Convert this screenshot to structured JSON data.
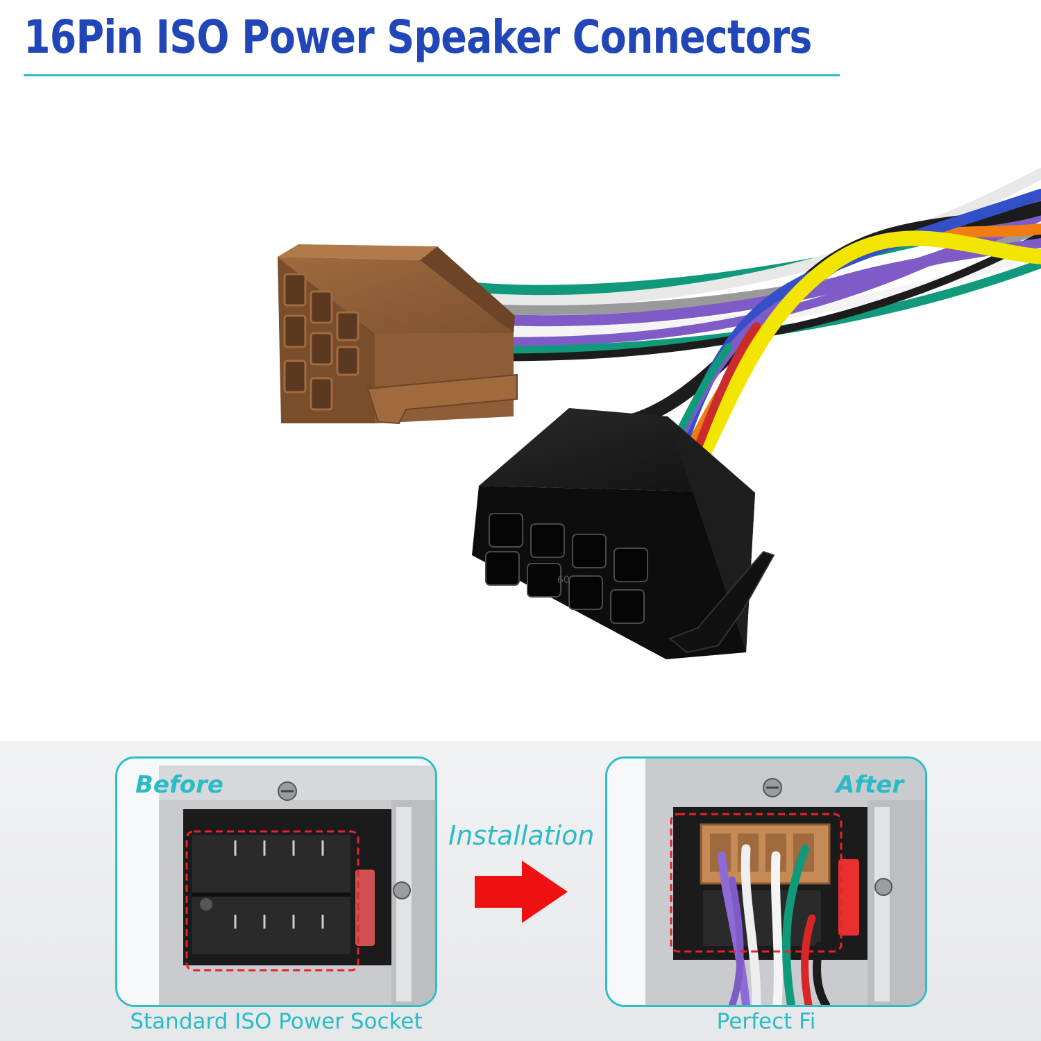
{
  "header": {
    "title": "16Pin ISO Power Speaker Connectors"
  },
  "hero": {
    "connector_a_color": "#8a5a32",
    "connector_b_color": "#1a1a1a",
    "connector_b_marking": "60",
    "wire_colors": [
      "#f2e600",
      "#1c1c1c",
      "#f07d12",
      "#7f5bc8",
      "#10997a",
      "#f4f4f4",
      "#3350c8",
      "#cc2b2b",
      "#9a9a9a"
    ]
  },
  "comparison": {
    "before": {
      "tag": "Before",
      "caption": "Standard ISO Power Socket"
    },
    "arrow": {
      "label": "Installation",
      "color": "#ee1111"
    },
    "after": {
      "tag": "After",
      "caption": "Perfect Fi"
    },
    "accent_color": "#29bcc4",
    "highlight_color": "#e8222a"
  }
}
